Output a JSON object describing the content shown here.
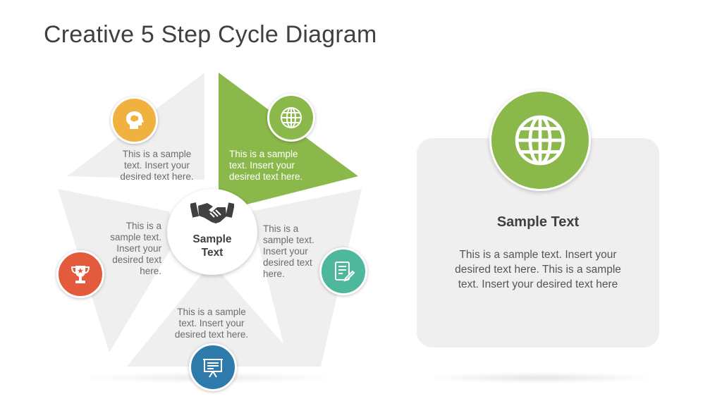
{
  "title": "Creative 5 Step Cycle Diagram",
  "colors": {
    "segment_gray": "#efefef",
    "segment_active": "#8ab84a",
    "icon_yellow": "#f0b13f",
    "icon_green": "#8ab84a",
    "icon_teal": "#4db89c",
    "icon_blue": "#2e7bab",
    "icon_red": "#e35a3c"
  },
  "hub": {
    "label_line1": "Sample",
    "label_line2": "Text",
    "icon": "handshake-icon"
  },
  "segments": [
    {
      "id": "top-left",
      "icon": "head-icon",
      "lines": [
        "This is a sample",
        "text.  Insert your",
        "desired text here."
      ]
    },
    {
      "id": "top-right",
      "icon": "globe-icon",
      "active": true,
      "lines": [
        "This is a sample",
        "text.  Insert your",
        "desired text here."
      ]
    },
    {
      "id": "right",
      "icon": "document-edit-icon",
      "lines": [
        "This is a",
        "sample text.",
        "Insert your",
        "desired text",
        "here."
      ]
    },
    {
      "id": "bottom",
      "icon": "presentation-board-icon",
      "lines": [
        "This is a sample",
        "text.  Insert your",
        "desired text here."
      ]
    },
    {
      "id": "left",
      "icon": "trophy-icon",
      "lines": [
        "This is a",
        "sample text.",
        "Insert your",
        "desired text",
        "here."
      ]
    }
  ],
  "panel": {
    "icon": "globe-icon",
    "title": "Sample Text",
    "body": "This is a sample text.  Insert your desired text here. This is a sample text.  Insert your desired text here"
  }
}
